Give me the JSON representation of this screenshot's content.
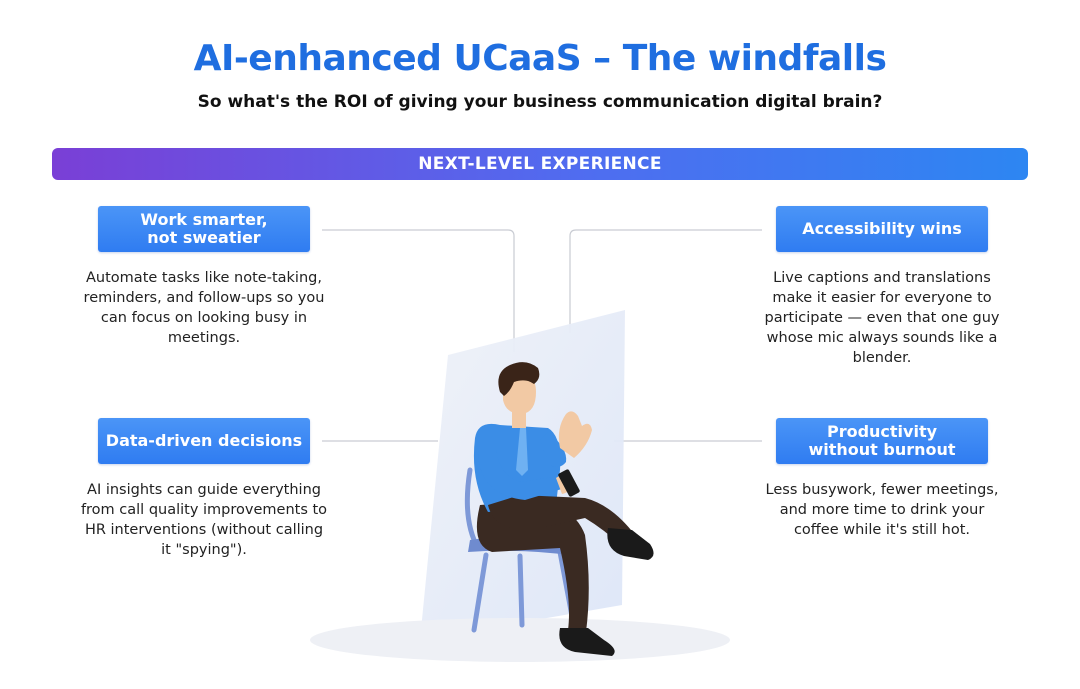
{
  "header": {
    "title": "AI-enhanced UCaaS – The windfalls",
    "subtitle": "So what's the ROI of giving your business communication digital brain?"
  },
  "banner": {
    "label": "NEXT-LEVEL EXPERIENCE"
  },
  "cards": [
    {
      "heading": "Work smarter,\nnot sweatier",
      "body": "Automate tasks like note-taking, reminders, and follow-ups so you can focus on looking busy in meetings."
    },
    {
      "heading": "Accessibility wins",
      "body": "Live captions and translations make it easier for everyone to participate — even that one guy whose mic always sounds like a blender."
    },
    {
      "heading": "Data-driven decisions",
      "body": "AI insights can guide everything from call quality improvements to HR interventions (without calling it \"spying\")."
    },
    {
      "heading": "Productivity\nwithout burnout",
      "body": "Less busywork, fewer meetings, and more time to drink your coffee while it's still hot."
    }
  ],
  "colors": {
    "title": "#1f6ee0",
    "pill": "#3a86f4",
    "banner_start": "#7a3fd6",
    "banner_end": "#2d86f2",
    "shirt": "#3b8de6",
    "pants": "#3a2a22",
    "chair": "#7e99d8"
  }
}
